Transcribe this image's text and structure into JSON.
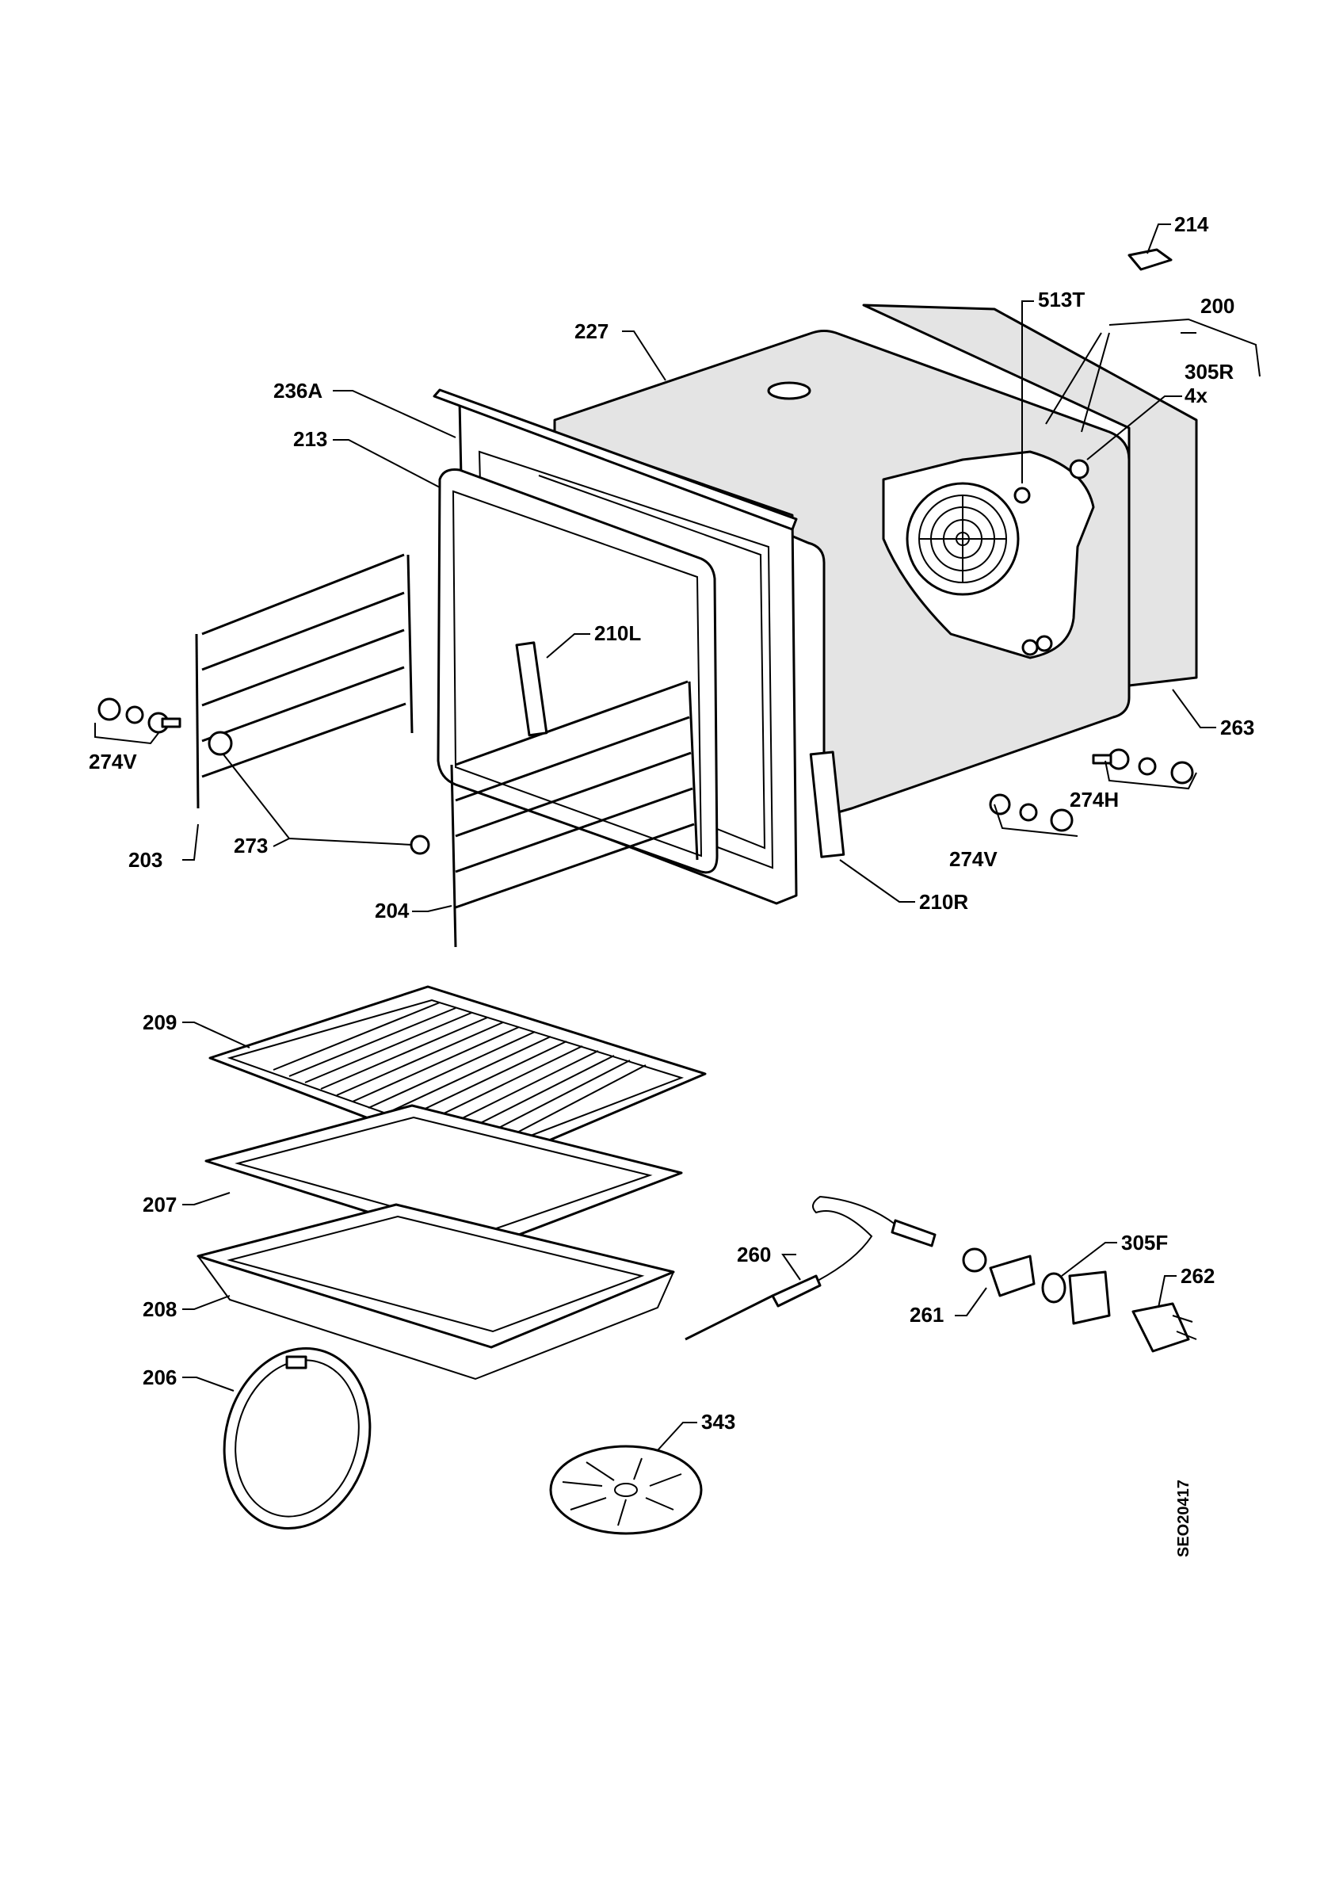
{
  "labels": {
    "l214": "214",
    "l200": "200",
    "l513T": "513T",
    "l305R": "305R",
    "l4x": "4x",
    "l227": "227",
    "l236A": "236A",
    "l213": "213",
    "l210L": "210L",
    "l274V_left": "274V",
    "l203": "203",
    "l273": "273",
    "l204": "204",
    "l210R": "210R",
    "l263": "263",
    "l274H": "274H",
    "l274V_right": "274V",
    "l209": "209",
    "l207": "207",
    "l208": "208",
    "l206": "206",
    "l260": "260",
    "l261": "261",
    "l305F": "305F",
    "l262": "262",
    "l343": "343",
    "drawing_code": "SEO20417"
  }
}
